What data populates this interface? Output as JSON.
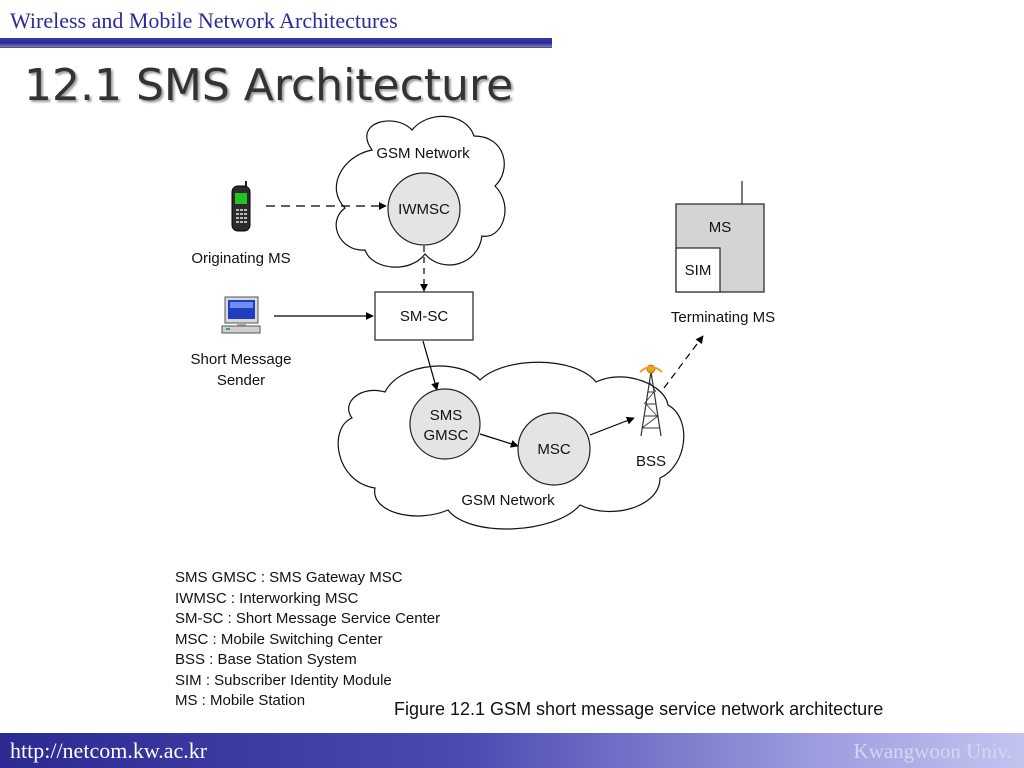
{
  "header": {
    "course_title": "Wireless and Mobile Network Architectures"
  },
  "slide": {
    "title": "12.1 SMS Architecture"
  },
  "diagram": {
    "labels": {
      "gsm_network_top": "GSM Network",
      "gsm_network_bottom": "GSM Network",
      "iwmsc": "IWMSC",
      "sm_sc": "SM-SC",
      "sms_gmsc_line1": "SMS",
      "sms_gmsc_line2": "GMSC",
      "msc": "MSC",
      "bss": "BSS",
      "originating_ms": "Originating MS",
      "short_message_sender_line1": "Short Message",
      "short_message_sender_line2": "Sender",
      "ms": "MS",
      "sim": "SIM",
      "terminating_ms": "Terminating MS"
    },
    "colors": {
      "node_fill": "#e4e4e4",
      "stroke": "#222222",
      "ms_fill": "#d4d4d4",
      "phone_screen": "#22c322",
      "antenna_light": "#f0a020"
    }
  },
  "legend": [
    "SMS GMSC : SMS Gateway MSC",
    "IWMSC : Interworking MSC",
    "SM-SC : Short Message Service Center",
    "MSC : Mobile Switching Center",
    "BSS : Base Station System",
    "SIM : Subscriber Identity Module",
    "MS : Mobile Station"
  ],
  "caption": "Figure 12.1 GSM short message service network architecture",
  "footer": {
    "url": "http://netcom.kw.ac.kr",
    "university": "Kwangwoon Univ."
  }
}
